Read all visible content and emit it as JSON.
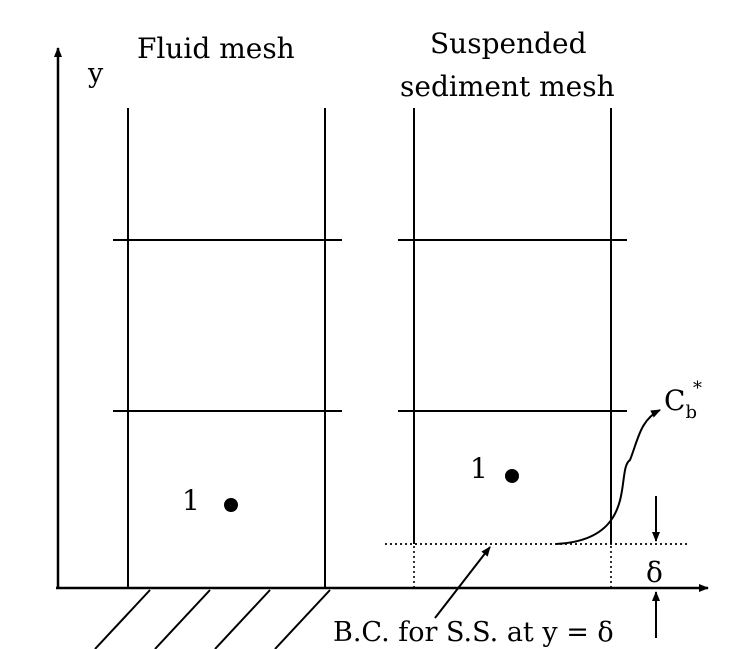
{
  "labels": {
    "y_axis": "y",
    "fluid_mesh": "Fluid mesh",
    "ss_mesh_line1": "Suspended",
    "ss_mesh_line2": "sediment mesh",
    "fluid_cell_number": "1",
    "ss_cell_number": "1",
    "cb_main": "C",
    "cb_sub": "b",
    "cb_sup": "*",
    "delta": "δ",
    "bc_caption": "B.C. for S.S. at y = δ"
  }
}
